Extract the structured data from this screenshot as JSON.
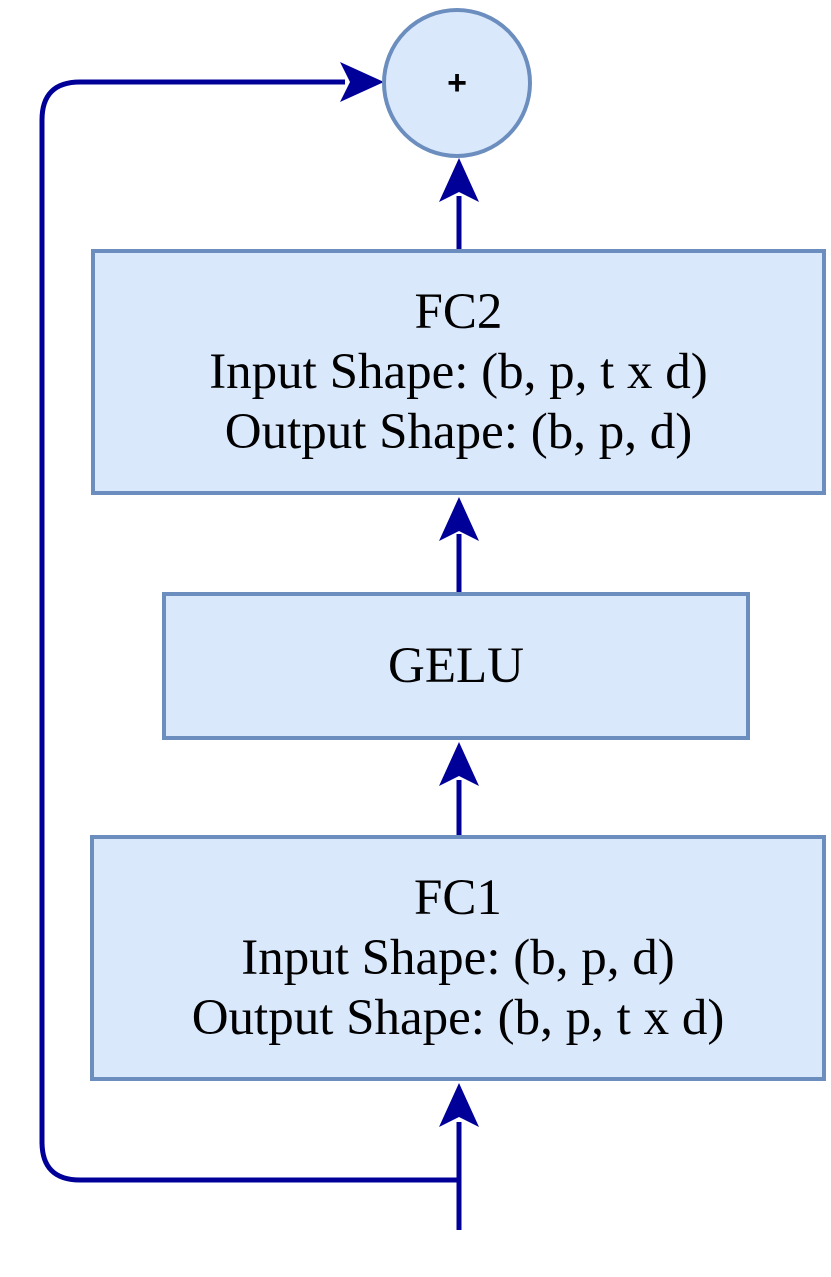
{
  "diagram": {
    "add_node": {
      "symbol": "+"
    },
    "fc2": {
      "title": "FC2",
      "input_shape": "Input Shape: (b, p, t x d)",
      "output_shape": "Output Shape: (b, p, d)"
    },
    "gelu": {
      "label": "GELU"
    },
    "fc1": {
      "title": "FC1",
      "input_shape": "Input Shape: (b, p, d)",
      "output_shape": "Output Shape: (b, p, t x d)"
    },
    "edges": [
      {
        "from": "input",
        "to": "fc1"
      },
      {
        "from": "fc1",
        "to": "gelu"
      },
      {
        "from": "gelu",
        "to": "fc2"
      },
      {
        "from": "fc2",
        "to": "add_node"
      },
      {
        "from": "input",
        "to": "add_node",
        "type": "residual-skip-connection"
      }
    ],
    "colors": {
      "node_fill": "#dae8fc",
      "node_border": "#6c8ebf",
      "edge": "#000099",
      "text": "#000000"
    }
  }
}
